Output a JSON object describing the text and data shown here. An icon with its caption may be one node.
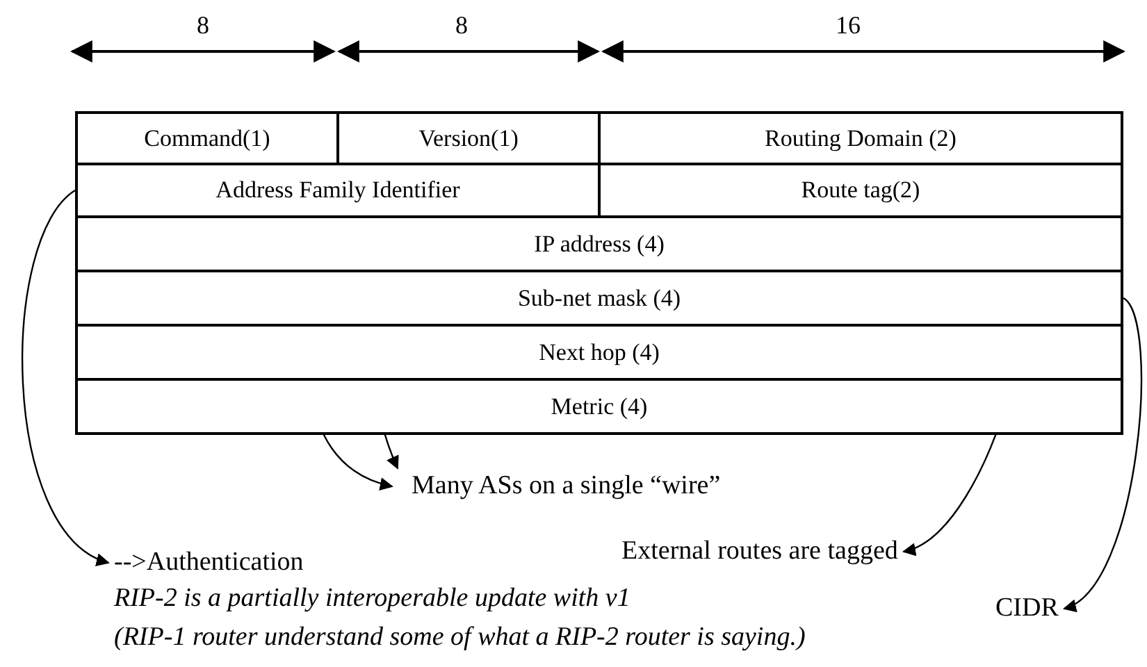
{
  "diagram": {
    "nodes": [
      {
        "text": [
          "Command(1)"
        ]
      },
      {
        "text": [
          "Version(1)"
        ]
      },
      {
        "text": [
          "Routing Domain (2)"
        ]
      },
      {
        "text": [
          "Address Family Identifier"
        ]
      },
      {
        "text": [
          "Route tag(2)"
        ]
      },
      {
        "text": [
          "IP address (4)"
        ]
      },
      {
        "text": [
          "Sub-net mask (4)"
        ]
      },
      {
        "text": [
          "Next hop (4)"
        ]
      },
      {
        "text": [
          "Metric (4)"
        ]
      },
      {
        "text": [
          "Many ASs  on a single “wire”"
        ]
      },
      {
        "text": [
          "External routes are tagged"
        ]
      },
      {
        "text": [
          "-->Authentication"
        ]
      },
      {
        "text": [
          "CIDR"
        ]
      }
    ],
    "edges": [
      {
        "from": 2,
        "to": 9,
        "arrow": "to"
      },
      {
        "from": 7,
        "to": 9,
        "arrow": "to"
      },
      {
        "from": 3,
        "to": 11,
        "arrow": "to"
      },
      {
        "from": 4,
        "to": 10,
        "arrow": "to"
      },
      {
        "from": 6,
        "to": 12,
        "arrow": "to"
      }
    ],
    "labels": [
      "8",
      "8",
      "16",
      "RIP-2 is a partially interoperable update with v1",
      "(RIP-1 router understand some of what a RIP-2 router is saying.)"
    ]
  }
}
